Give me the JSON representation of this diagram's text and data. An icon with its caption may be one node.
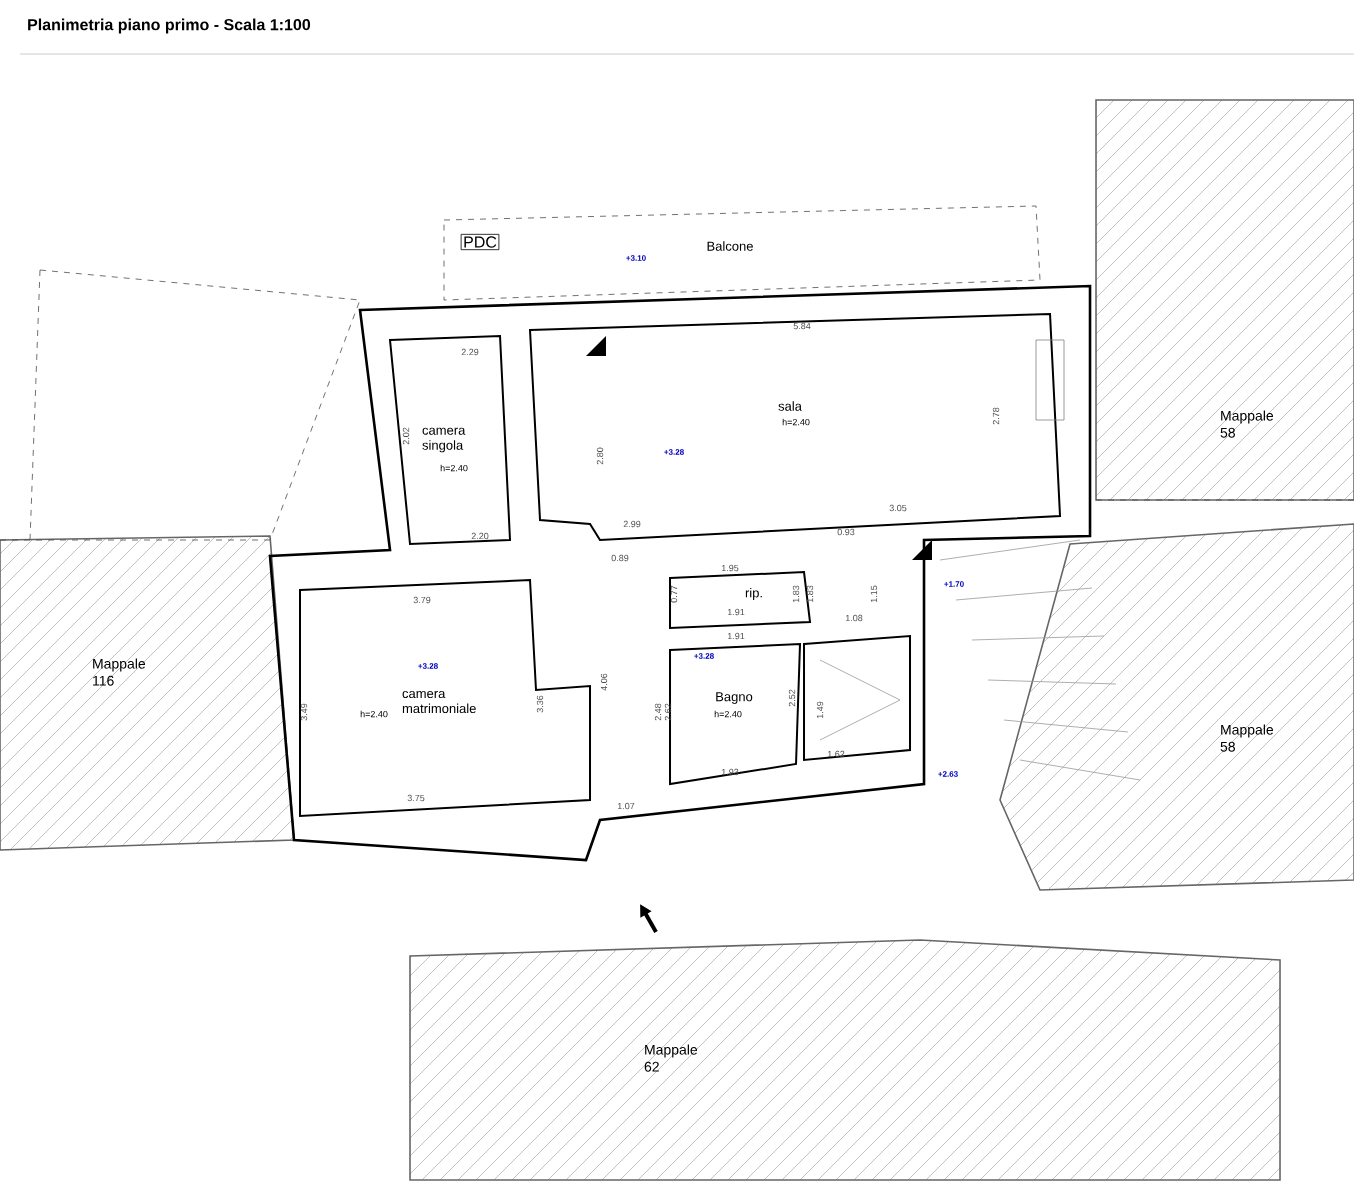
{
  "diagram": {
    "title": "Planimetria piano primo - Scala 1:100",
    "labels": [
      "PDC",
      "+3.10",
      "Balcone",
      "2.29",
      "5.84",
      "2.02",
      "2.80",
      "sala",
      "h=2.40",
      "Mappale 58",
      "2.78",
      "camera singola",
      "h=2.40",
      "+3.28",
      "3.05",
      "2.99",
      "2.20",
      "0.93",
      "0.89",
      "1.95",
      "+1.70",
      "0.77",
      "rip.",
      "1.83",
      "1.83",
      "1.15",
      "1.91",
      "1.08",
      "1.91",
      "3.79",
      "+3.28",
      "+3.28",
      "Mappale 116",
      "4.06",
      "camera matrimoniale",
      "h=2.40",
      "Bagno",
      "h=2.40",
      "3.49",
      "3.36",
      "2.48",
      "2.62",
      "2.52",
      "1.49",
      "Mappale 58",
      "1.62",
      "1.93",
      "+2.63",
      "3.75",
      "1.07",
      "Mappale 62"
    ]
  }
}
